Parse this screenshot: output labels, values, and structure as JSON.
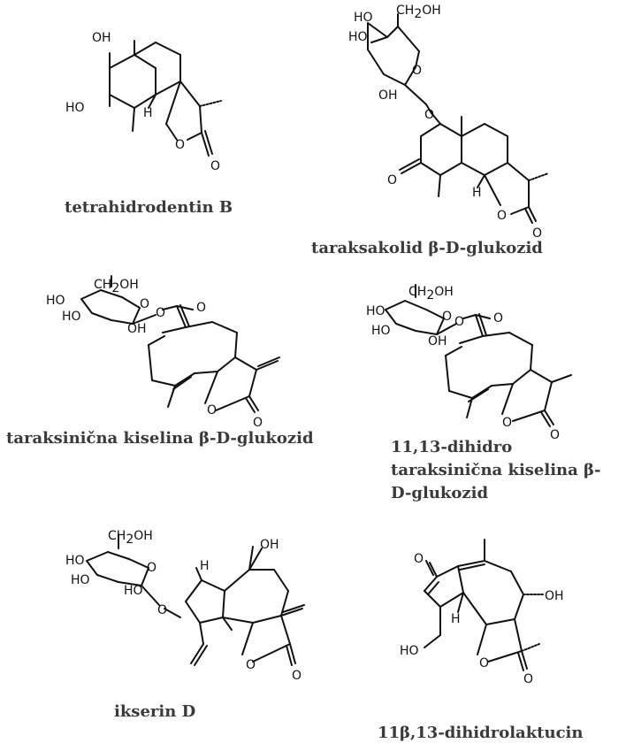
{
  "figure": {
    "compounds": [
      {
        "name": "tetrahidrodentin B"
      },
      {
        "name": "taraksakolid β-D-glukozid"
      },
      {
        "name": "taraksinična kiselina β-D-glukozid"
      },
      {
        "name_lines": [
          "11,13-dihidro",
          "taraksinična kiselina β-",
          "D-glukozid"
        ]
      },
      {
        "name": "ikserin D"
      },
      {
        "name": "11β,13-dihidrolaktucin"
      }
    ],
    "atom_labels": {
      "OH": "OH",
      "HO": "HO",
      "H": "H",
      "O": "O",
      "CH2OH_prefix": "CH",
      "CH2OH_sub": "2",
      "CH2OH_suffix": "OH"
    }
  }
}
